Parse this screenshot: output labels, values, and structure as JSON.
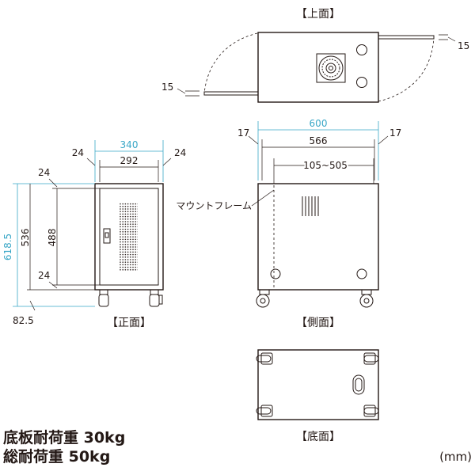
{
  "views": {
    "top": "【上面】",
    "front": "【正面】",
    "side": "【側面】",
    "bottom": "【底面】"
  },
  "top_view": {
    "dim_right": "15",
    "dim_left": "15"
  },
  "front_view": {
    "width_overall": "340",
    "width_inner": "292",
    "side_left": "24",
    "side_right": "24",
    "height_overall": "618.5",
    "height_body": "536",
    "height_inner": "488",
    "top_offset": "24",
    "bottom_offset": "24",
    "caster_height": "82.5"
  },
  "side_view": {
    "depth_overall": "600",
    "depth_inner": "566",
    "side_left": "17",
    "side_right": "17",
    "mount_range": "105~505",
    "mount_label": "マウントフレーム"
  },
  "specs": {
    "shelf_load": "底板耐荷重 30kg",
    "total_load": "総耐荷重 50kg"
  },
  "unit": "(mm)",
  "colors": {
    "dimension_accent": "#3aa7c7",
    "line": "#231815"
  }
}
